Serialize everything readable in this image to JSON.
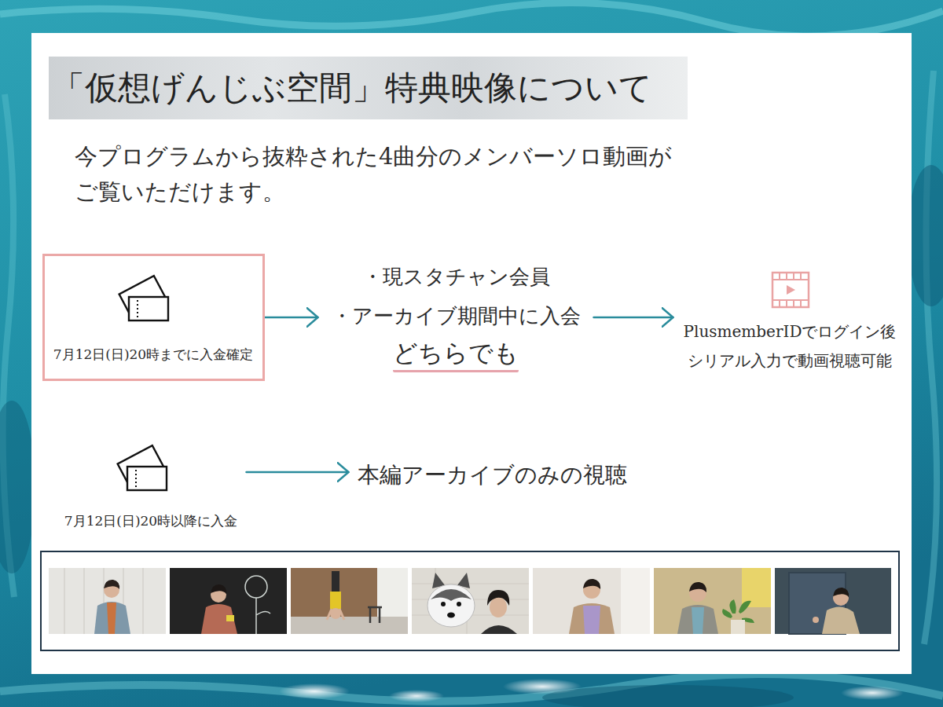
{
  "diagram": {
    "title": "「仮想げんじぶ空間」特典映像について",
    "nodes": [
      {
        "text": [
          "7月12日(日)20時までに入金確定"
        ]
      },
      {
        "text": [
          "・現スタチャン会員",
          "・アーカイブ期間中に入会",
          "どちらでも"
        ]
      },
      {
        "text": [
          "PlusmemberIDでログイン後 シリアル入力で動画視聴可能"
        ]
      },
      {
        "text": [
          "7月12日(日)20時以降に入金"
        ]
      },
      {
        "text": [
          "本編アーカイブのみの視聴"
        ]
      }
    ],
    "edges": [
      {
        "from": 0,
        "to": 1,
        "arrow": "to"
      },
      {
        "from": 1,
        "to": 2,
        "arrow": "to"
      },
      {
        "from": 3,
        "to": 4,
        "arrow": "to"
      }
    ],
    "labels": [
      "今プログラムから抜粋された4曲分のメンバーソロ動画が ご覧いただけます。"
    ]
  }
}
